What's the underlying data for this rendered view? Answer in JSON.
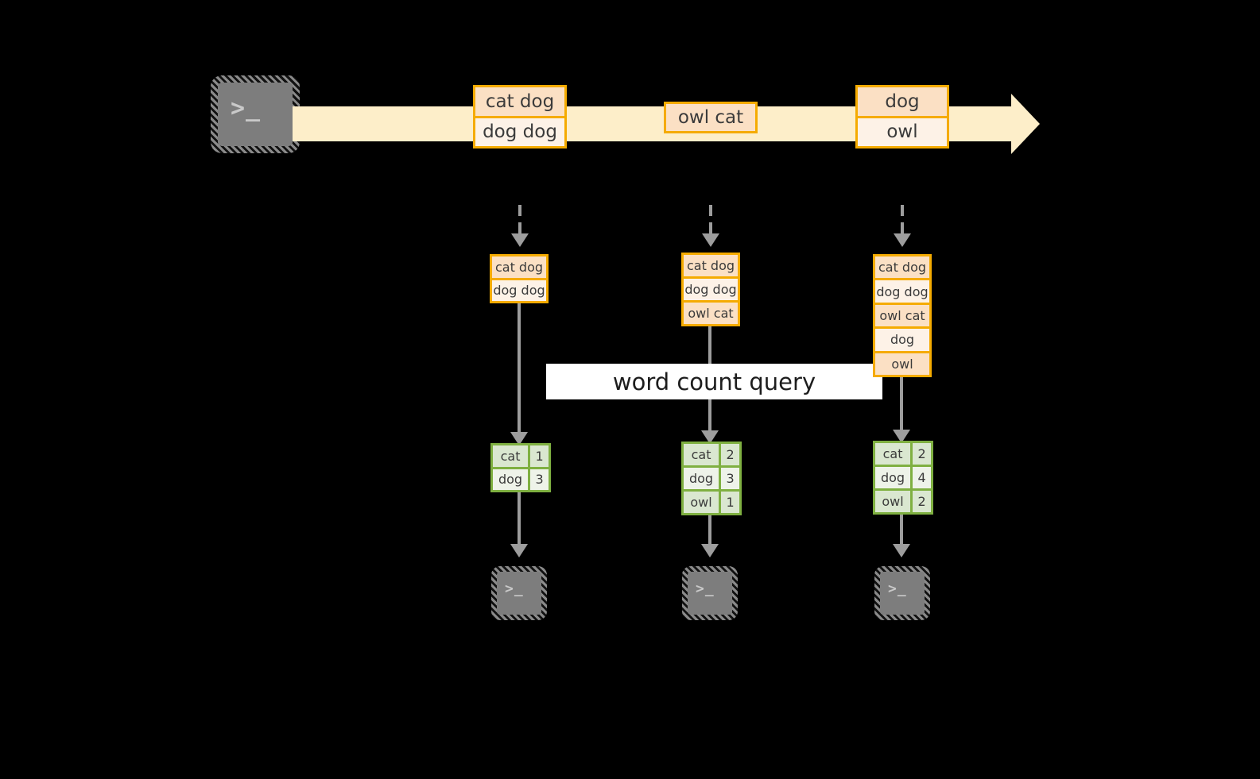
{
  "diagram": {
    "title": "word count query",
    "colors": {
      "background": "#000000",
      "stream_fill": "#fdeec9",
      "record_border": "#f5ab00",
      "record_shade": "#fbe0c4",
      "record_light": "#fdf2e7",
      "table_border": "#7fb041",
      "table_shade": "#dae7d0",
      "table_light": "#eef3e9",
      "arrow": "#9d9d9d",
      "terminal_fill": "#7d7d7d",
      "banner_fill": "#ffffff",
      "text": "#3b3b3b"
    },
    "source": {
      "icon": "terminal-icon",
      "glyph": ">_"
    },
    "stream": {
      "label": "",
      "groups": [
        {
          "rows": [
            "cat dog",
            "dog dog"
          ]
        },
        {
          "rows": [
            "owl cat"
          ]
        },
        {
          "rows": [
            "dog",
            "owl"
          ]
        }
      ]
    },
    "snapshots": [
      {
        "id": "snapshot-1",
        "records": [
          "cat dog",
          "dog dog"
        ],
        "results": {
          "rows": [
            {
              "key": "cat",
              "value": "1"
            },
            {
              "key": "dog",
              "value": "3"
            }
          ]
        },
        "sink": {
          "icon": "terminal-icon",
          "glyph": ">_"
        }
      },
      {
        "id": "snapshot-2",
        "records": [
          "cat dog",
          "dog dog",
          "owl cat"
        ],
        "results": {
          "rows": [
            {
              "key": "cat",
              "value": "2"
            },
            {
              "key": "dog",
              "value": "3"
            },
            {
              "key": "owl",
              "value": "1"
            }
          ]
        },
        "sink": {
          "icon": "terminal-icon",
          "glyph": ">_"
        }
      },
      {
        "id": "snapshot-3",
        "records": [
          "cat dog",
          "dog dog",
          "owl cat",
          "dog",
          "owl"
        ],
        "results": {
          "rows": [
            {
              "key": "cat",
              "value": "2"
            },
            {
              "key": "dog",
              "value": "4"
            },
            {
              "key": "owl",
              "value": "2"
            }
          ]
        },
        "sink": {
          "icon": "terminal-icon",
          "glyph": ">_"
        }
      }
    ]
  }
}
